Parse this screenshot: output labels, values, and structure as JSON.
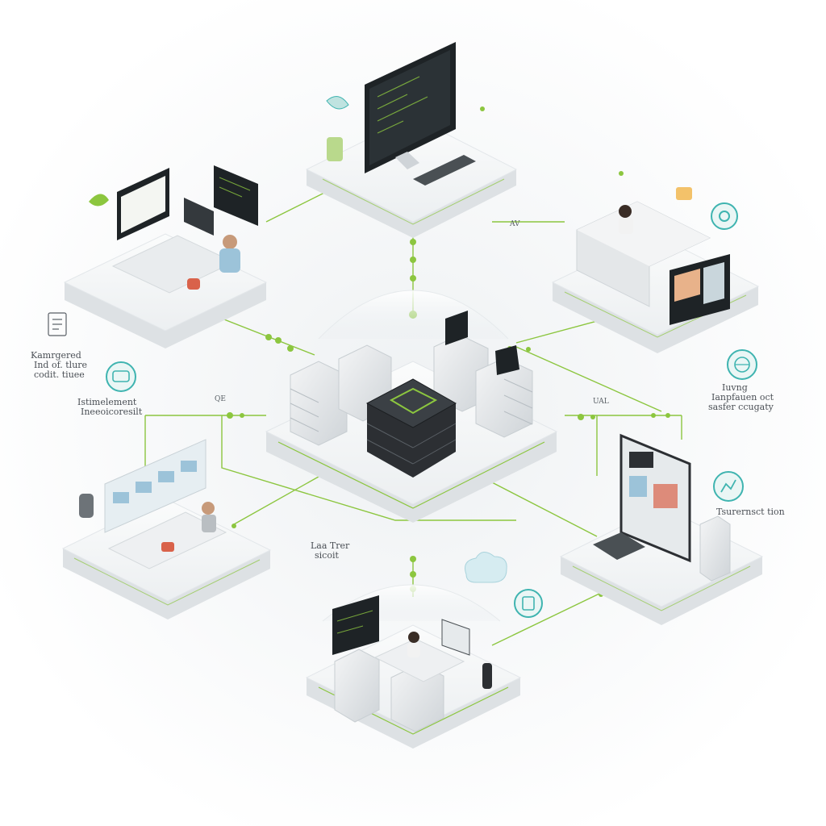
{
  "colors": {
    "accent_green": "#8cc63f",
    "teal": "#3fb4b0",
    "platform_top": "#f6f7f8",
    "platform_side": "#dde1e4",
    "server_dark": "#2c2f33",
    "screen_dark": "#1e2326"
  },
  "labels": {
    "left_top": [
      "Kamrgered",
      "Ind of. tlure",
      "codit. tiuee"
    ],
    "left_mid": [
      "Istimelement",
      "Ineeoicoresilt"
    ],
    "right_top": [
      "Iuvng",
      "Ianpfauen oct",
      "sasfer ccugaty"
    ],
    "right_mid": "Tsurernsct tion",
    "bottom_center": [
      "Laa Trer",
      "sicoit"
    ],
    "tick_1": "QE",
    "tick_2": "UAL",
    "tick_3": "AV"
  },
  "icons": [
    "document-icon",
    "chat-bubble-icon",
    "globe-icon",
    "gear-icon",
    "analytics-icon",
    "cloud-icon",
    "badge-icon"
  ],
  "nodes": [
    "workstation-node-top",
    "kitchen-office-node-right",
    "operations-node-left",
    "server-core-node-center",
    "open-office-node-left-lower",
    "monitor-node-right-lower",
    "team-node-bottom"
  ]
}
